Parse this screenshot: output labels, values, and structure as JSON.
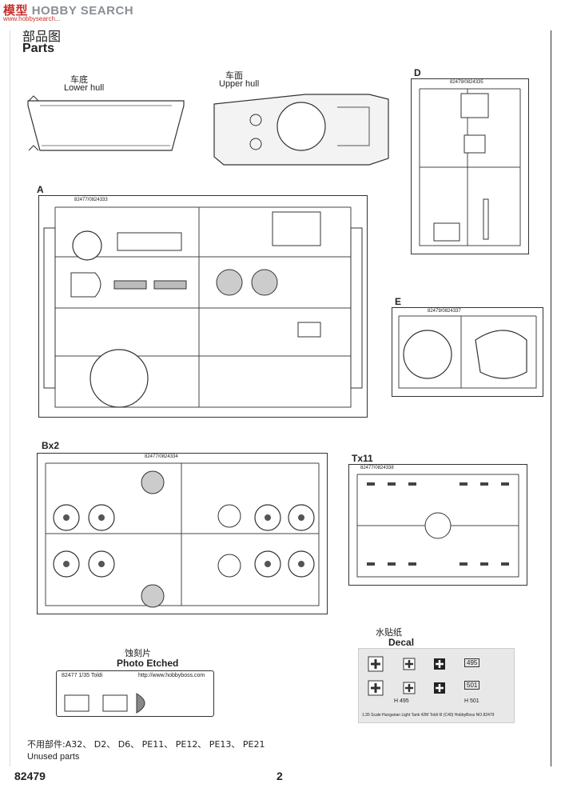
{
  "watermark": {
    "part1": "模",
    "part2": "型",
    "brand": "HOBBY SEARCH",
    "url": "www.hobbysearch..."
  },
  "header": {
    "title_cn": "部品图",
    "title_en": "Parts"
  },
  "groups": {
    "lower_hull": {
      "cn": "车底",
      "en": "Lower hull"
    },
    "upper_hull": {
      "cn": "车面",
      "en": "Upper hull"
    },
    "sprue_d": {
      "letter": "D",
      "code": "82479/0824335"
    },
    "sprue_a": {
      "letter": "A",
      "code": "82477/0824333"
    },
    "sprue_e": {
      "letter": "E",
      "code": "82479/0824337"
    },
    "sprue_b": {
      "letter": "Bx2",
      "code": "82477/0824334"
    },
    "sprue_t": {
      "letter": "Tx11",
      "code": "82477/0824338"
    },
    "pe": {
      "cn": "蚀刻片",
      "en": "Photo Etched",
      "title": "82477  1/35 Toldi",
      "url": "http://www.hobbyboss.com"
    },
    "decal": {
      "cn": "水贴纸",
      "en": "Decal",
      "marks": [
        "495",
        "501",
        "H 495",
        "H 501"
      ],
      "caption": "1:35 Scale  Hungarian Light Tank 42M Toldi III (C40)   HobbyBoss NO.82479"
    }
  },
  "unused": {
    "cn": "不用部件:A32、 D2、 D6、 PE11、 PE12、 PE13、 PE21",
    "en": "Unused parts"
  },
  "footer": {
    "code": "82479",
    "page": "2"
  }
}
